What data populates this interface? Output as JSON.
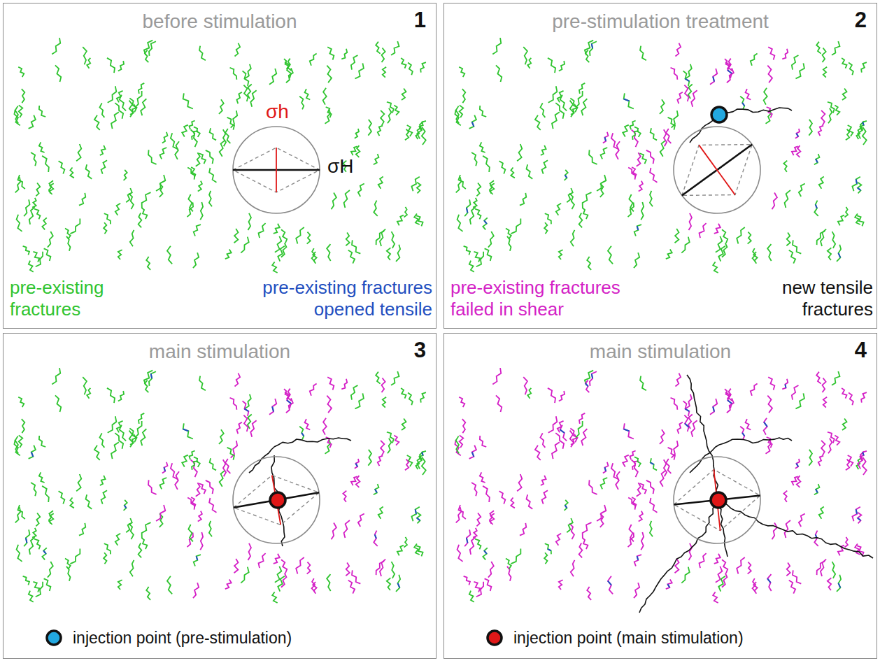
{
  "diagram": {
    "nodes": [
      {
        "text": [
          "before stimulation",
          "1"
        ]
      },
      {
        "text": [
          "pre-stimulation treatment",
          "2"
        ]
      },
      {
        "text": [
          "main stimulation",
          "3"
        ]
      },
      {
        "text": [
          "main stimulation",
          "4"
        ]
      }
    ],
    "labels": [
      "σh",
      "σH",
      "pre-existing fractures",
      "pre-existing fractures opened tensile",
      "pre-existing fractures failed in shear",
      "new tensile fractures"
    ],
    "legend": [
      {
        "text": "injection point (pre-stimulation)"
      },
      {
        "text": "injection point (main stimulation)"
      }
    ]
  }
}
